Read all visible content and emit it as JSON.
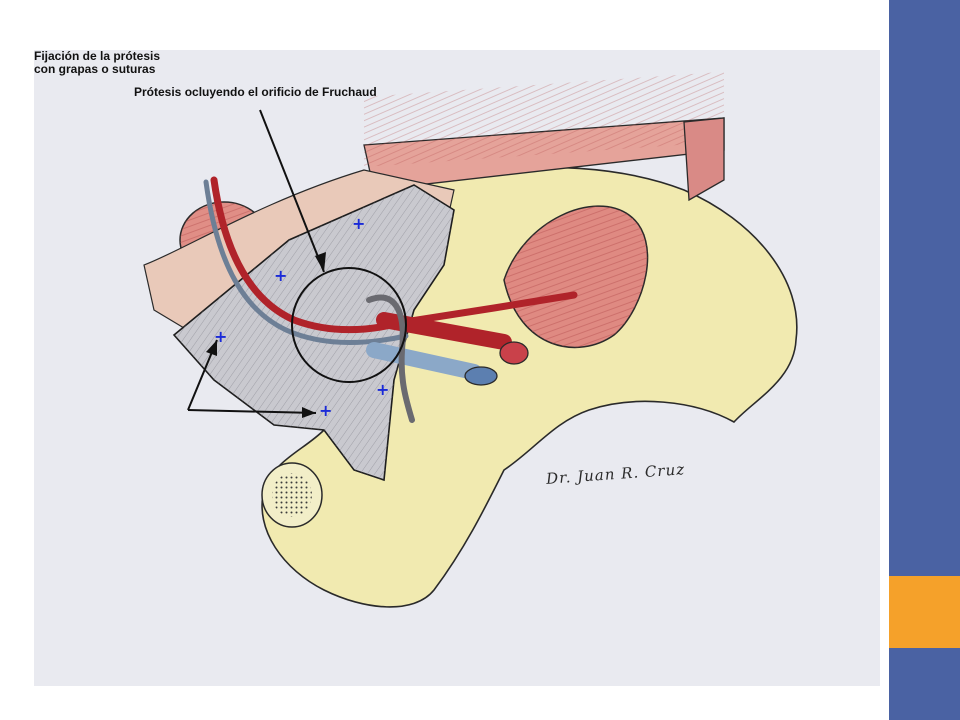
{
  "annotations": {
    "top_label": "Prótesis ocluyendo el orificio  de Fruchaud",
    "bottom_label_line1": "Fijación de la prótesis",
    "bottom_label_line2": "con grapas o suturas"
  },
  "signature": "Dr. Juan R. Cruz",
  "fixation_marks": [
    "+",
    "+",
    "+",
    "+",
    "+"
  ],
  "colors": {
    "slide_background": "#ffffff",
    "accent_blue": "#4a62a3",
    "accent_orange": "#f5a12a",
    "fixation_mark_blue": "#1a2ad8"
  }
}
